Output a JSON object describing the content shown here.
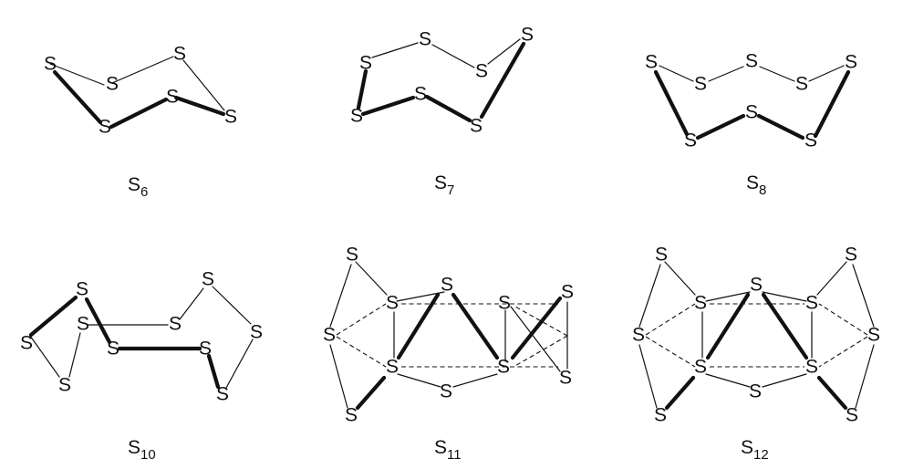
{
  "atom_symbol": "S",
  "molecules": [
    {
      "name": "S6",
      "base": "S",
      "subscript": "6"
    },
    {
      "name": "S7",
      "base": "S",
      "subscript": "7"
    },
    {
      "name": "S8",
      "base": "S",
      "subscript": "8"
    },
    {
      "name": "S10",
      "base": "S",
      "subscript": "10"
    },
    {
      "name": "S11",
      "base": "S",
      "subscript": "11"
    },
    {
      "name": "S12",
      "base": "S",
      "subscript": "12"
    }
  ]
}
